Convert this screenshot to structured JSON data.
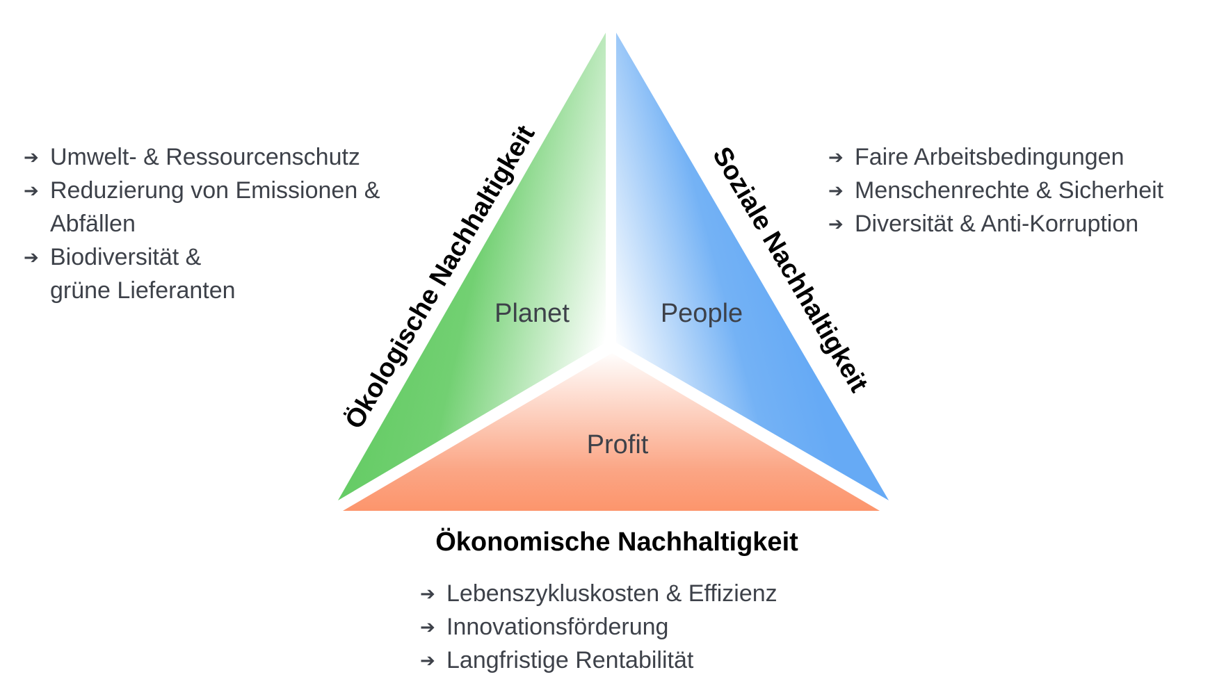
{
  "triangles": {
    "planet": {
      "label": "Planet",
      "color": "#66cc66"
    },
    "people": {
      "label": "People",
      "color": "#66aaf5"
    },
    "profit": {
      "label": "Profit",
      "color": "#fc956c"
    }
  },
  "edge_titles": {
    "ecological": "Ökologische Nachhaltigkeit",
    "social": "Soziale Nachhaltigkeit",
    "economic": "Ökonomische Nachhaltigkeit"
  },
  "arrow_glyph": "➔",
  "lists": {
    "ecological": [
      "Umwelt- & Ressourcenschutz",
      "Reduzierung von Emissionen & Abfällen",
      "Biodiversität & grüne Lieferanten"
    ],
    "social": [
      "Faire Arbeitsbedingungen",
      "Menschenrechte & Sicherheit",
      "Diversität & Anti-Korruption"
    ],
    "economic": [
      "Lebenszykluskosten & Effizienz",
      "Innovationsförderung",
      "Langfristige Rentabilität"
    ]
  }
}
